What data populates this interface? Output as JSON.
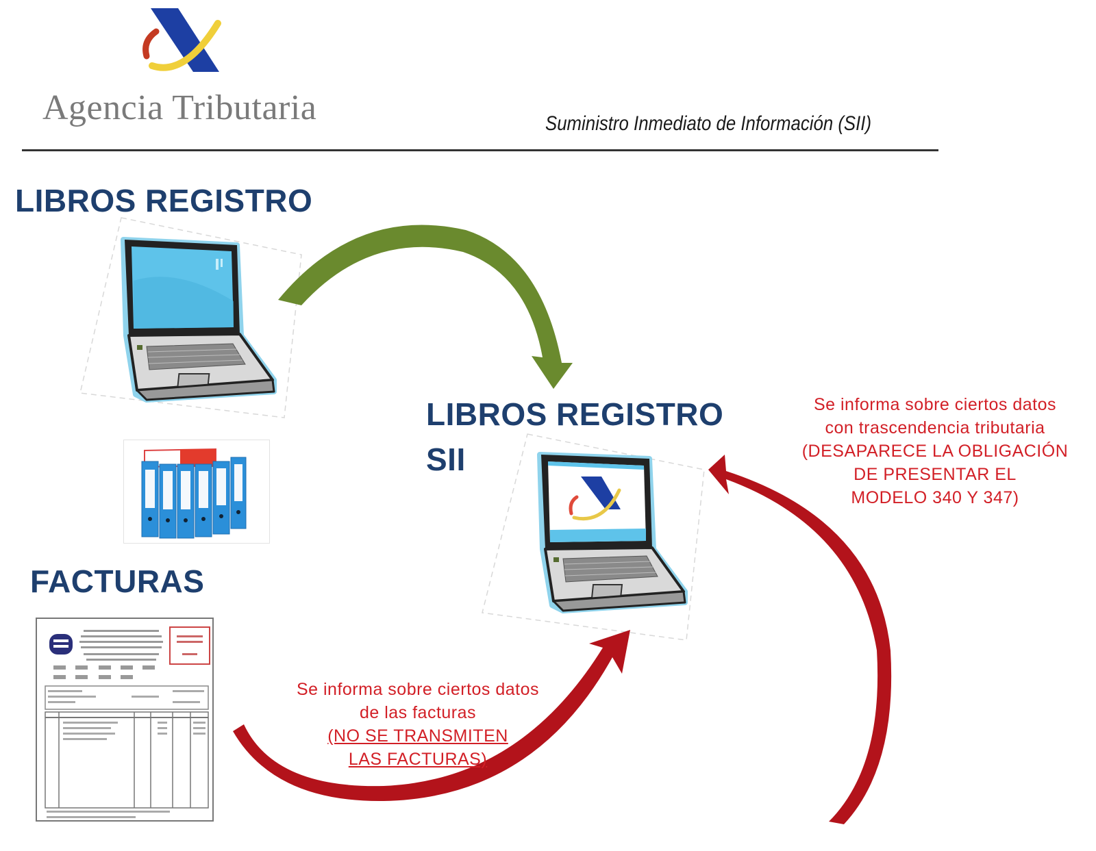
{
  "header": {
    "brand": "Agencia Tributaria",
    "logo_icon": "agencia-tributaria-logo-icon",
    "subtitle": "Suministro Inmediato de Información (SII)"
  },
  "colors": {
    "heading": "#1e3f6e",
    "note_red": "#d21f26",
    "arrow_green": "#6a8a2e",
    "arrow_red": "#b3131b",
    "logo_blue": "#1d3fa3",
    "logo_yellow": "#f0cf3a",
    "logo_red": "#c43a22",
    "screen_blue": "#5ec3ea",
    "folder_blue": "#2b8fd9"
  },
  "diagram": {
    "source_books": {
      "title": "LIBROS REGISTRO",
      "icons": [
        "laptop-icon",
        "binders-icon"
      ]
    },
    "invoices": {
      "title": "FACTURAS",
      "icon": "invoice-document-icon"
    },
    "sii_books": {
      "title_line1": "LIBROS REGISTRO",
      "title_line2": "SII",
      "icon": "laptop-with-aeat-logo-icon"
    },
    "note_right": {
      "line1": "Se informa sobre ciertos datos",
      "line2": "con trascendencia tributaria",
      "line3": "(DESAPARECE LA OBLIGACIÓN",
      "line4": "DE PRESENTAR EL",
      "line5": "MODELO 340 Y 347)"
    },
    "note_bottom": {
      "line1": "Se informa sobre ciertos datos",
      "line2": "de las facturas",
      "line3": "(NO SE TRANSMITEN",
      "line4": "LAS FACTURAS)"
    },
    "arrows": [
      {
        "from": "source_books",
        "to": "sii_books",
        "color": "green"
      },
      {
        "from": "invoices",
        "to": "sii_books",
        "color": "red"
      },
      {
        "from": "bottom-right",
        "to": "sii_books",
        "color": "red"
      }
    ]
  }
}
